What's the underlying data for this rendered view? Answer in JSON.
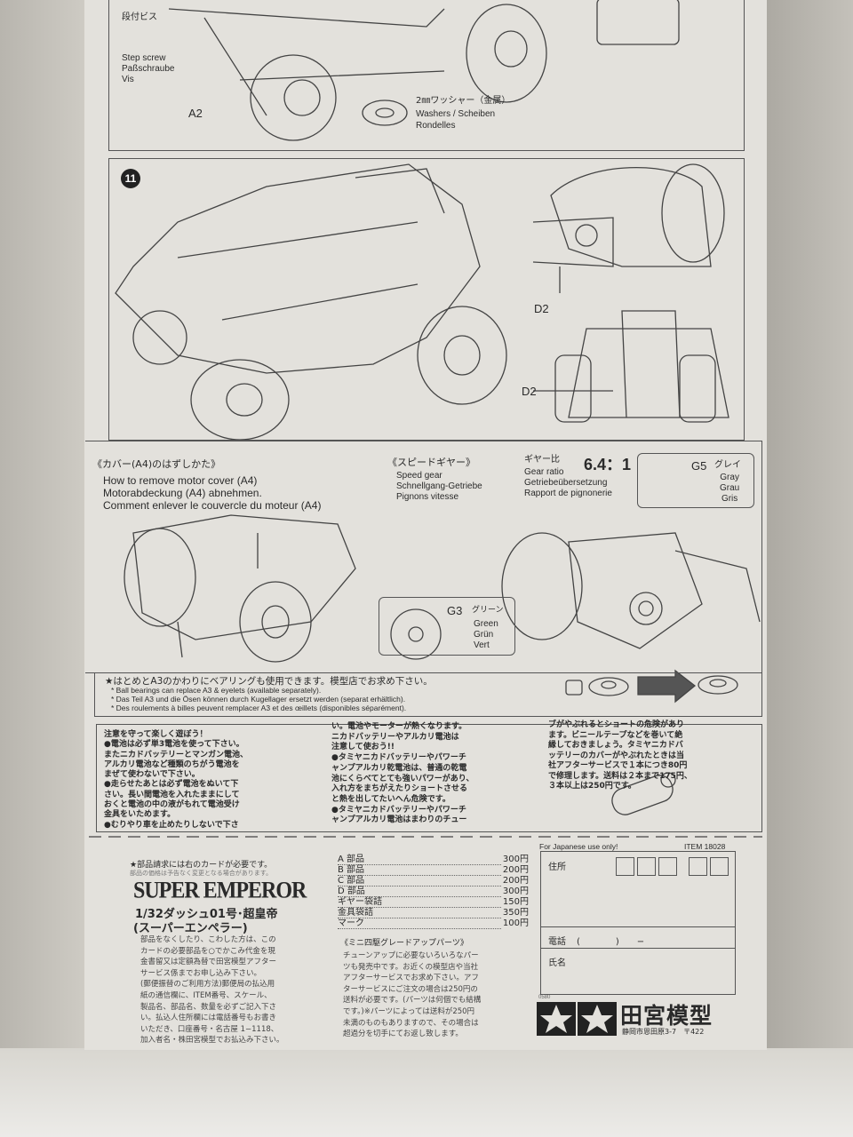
{
  "top_panel": {
    "step_screw_jp": "段付ビス",
    "step_screw": [
      "Step screw",
      "Paßschraube",
      "Vis"
    ],
    "part_a2": "A2",
    "washer_jp": "2㎜ワッシャー（金属）",
    "washers": [
      "Washers / Scheiben",
      "Rondelles"
    ]
  },
  "step11": {
    "number": "11",
    "part_d2_top": "D2",
    "part_d2_bottom": "D2"
  },
  "speed_gear_panel": {
    "cover_jp": "《カバー(A4)のはずしかた》",
    "cover": [
      "How to remove motor cover (A4)",
      "Motorabdeckung (A4) abnehmen.",
      "Comment enlever le couvercle du moteur (A4)"
    ],
    "speed_gear_jp": "《スピードギヤー》",
    "speed_gear": [
      "Speed gear",
      "Schnellgang-Getriebe",
      "Pignons vitesse"
    ],
    "gear_ratio_jp": "ギヤー比",
    "gear_ratio_value": "6.4：1",
    "gear_ratio": [
      "Gear ratio",
      "Getriebeübersetzung",
      "Rapport de pignonerie"
    ],
    "g5": {
      "label": "G5",
      "jp": "グレイ",
      "colors": [
        "Gray",
        "Grau",
        "Gris"
      ]
    },
    "g3": {
      "label": "G3",
      "jp": "グリーン",
      "colors": [
        "Green",
        "Grün",
        "Vert"
      ]
    }
  },
  "bearing_note": {
    "jp": "★はとめとA3のかわりにベアリングも使用できます。模型店でお求め下さい。",
    "lines": [
      "* Ball bearings can replace A3 & eyelets (available separately).",
      "* Das Teil A3 und die Ösen können durch Kugellager ersetzt werden (separat erhältlich).",
      "* Des roulements à billes peuvent remplacer A3 et des œillets (disponibles séparément)."
    ]
  },
  "warning": {
    "col1": [
      "注意を守って楽しく遊ぼう！",
      "●電池は必ず単3電池を使って下さい。",
      "またニカドバッテリーとマンガン電池、",
      "アルカリ電池など種類のちがう電池を",
      "まぜて使わないで下さい。",
      "●走らせたあとは必ず電池をぬいて下",
      "さい。長い間電池を入れたままにして",
      "おくと電池の中の液がもれて電池受け",
      "金具をいためます。",
      "●むりやり車を止めたりしないで下さ"
    ],
    "col2": [
      "い。電池やモーターが熱くなります。",
      "ニカドバッテリーやアルカリ電池は",
      "注意して使おう!!",
      "●タミヤニカドバッテリーやパワーチ",
      "ャンプアルカリ乾電池は、普通の乾電",
      "池にくらべてとても強いパワーがあり、",
      "入れ方をまちがえたりショートさせる",
      "と熱を出してたいへん危険です。",
      "●タミヤニカドバッテリーやパワーチ",
      "ャンプアルカリ電池はまわりのチュー"
    ],
    "col3": [
      "ブがやぶれるとショートの危険があり",
      "ます。ビニールテープなどを巻いて絶",
      "縁しておきましょう。タミヤニカドバ",
      "ッテリーのカバーがやぶれたときは当",
      "社アフターサービスで１本につき80円",
      "で修理します。送料は２本まで175円、",
      "３本以上は250円です。"
    ]
  },
  "order_card": {
    "note_jp": "★部品請求には右のカードが必要です。",
    "note_small": "部品の価格は予告なく変更となる場合があります。",
    "product_name": "SUPER EMPEROR",
    "product_jp": "1/32ダッシュ01号･超皇帝",
    "product_kana": "(スーパーエンペラー)",
    "body1": [
      "部品をなくしたり、こわした方は、この",
      "カードの必要部品を○でかこみ代金を現",
      "金書留又は定額為替で田宮模型アフター",
      "サービス係までお申し込み下さい。",
      "(郵便振替のご利用方法)郵便局の払込用",
      "紙の通信欄に、ITEM番号、スケール、",
      "製品名、部品名、数量を必ずご記入下さ",
      "い。払込人住所欄には電話番号もお書き",
      "いただき、口座番号・名古屋 1−1118、",
      "加入者名・株田宮模型でお払込み下さい。"
    ],
    "price_list": [
      {
        "part": "A 部品",
        "price": "300円"
      },
      {
        "part": "B 部品",
        "price": "200円"
      },
      {
        "part": "C 部品",
        "price": "200円"
      },
      {
        "part": "D 部品",
        "price": "300円"
      },
      {
        "part": "ギヤー袋詰",
        "price": "150円"
      },
      {
        "part": "金具袋詰",
        "price": "350円"
      },
      {
        "part": "マーク",
        "price": "100円"
      }
    ],
    "upgrade_title": "《ミニ四駆グレードアップパーツ》",
    "body2": [
      "チューンアップに必要ないろいろなパー",
      "ツも発売中です。お近くの模型店や当社",
      "アフターサービスでお求め下さい。アフ",
      "ターサービスにご注文の場合は250円の",
      "送料が必要です。(パーツは何個でも結構",
      "です。)※パーツによっては送料が250円",
      "未満のものもありますので、その場合は",
      "超過分を切手にてお返し致します。"
    ],
    "for_japanese": "For Japanese use only!",
    "item": "ITEM 18028",
    "address": "住所",
    "phone": "電話",
    "phone_paren": "(　　　　)　　−",
    "name": "氏名",
    "code": "0580",
    "brand": "田宮模型",
    "brand_address": "静岡市恩田原3-7　〒422"
  }
}
